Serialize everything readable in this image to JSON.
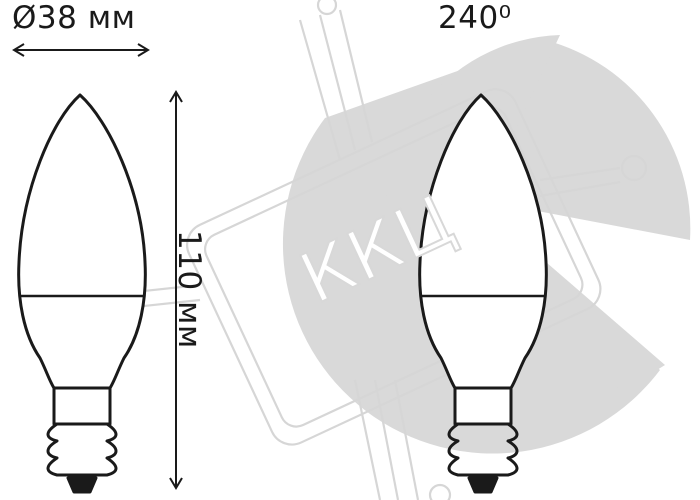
{
  "dimensions": {
    "diameter": "Ø38 мм",
    "height": "110 мм"
  },
  "beam_angle": {
    "label": "240⁰",
    "degrees": 240
  },
  "watermark": {
    "text": "ККЦ"
  },
  "colors": {
    "outline": "#1a1a1a",
    "beam_fill": "#d9d9d9",
    "watermark": "#d6d6d6",
    "background": "#ffffff"
  }
}
